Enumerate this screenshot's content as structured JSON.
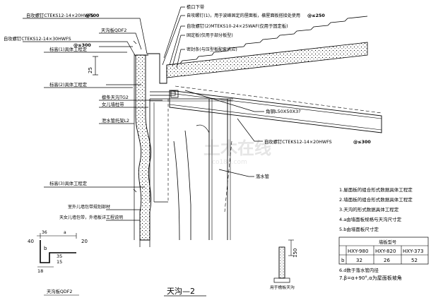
{
  "labels": {
    "screw_top": "自攻螺钉CTEKS12-14×20HWFS",
    "screw_top_spacing": "@500",
    "gutter_strip": "天沟板QDF2",
    "screw_left": "自攻螺钉CTEKS12-14×30HWFS",
    "screw_left_spacing": "@≤300",
    "elev1": "标高(1)具体工程定",
    "dim_25": "25",
    "elev2": "标高(2)具体工程定",
    "gutter_bracket": "檩条天沟TG2",
    "parapet_post": "女儿墙柱带",
    "drain_bracket": "泄水管托架L2",
    "elev3": "标高(3)具体工程定",
    "outer_parapet": "室外儿墙包带规划部材",
    "parapet_note": "天女儿墙包带，外墙板详工程说明",
    "eave_strip": "檐口下带",
    "screw1_note": "自攻螺钉(1)，用于波峰固定的屋面板，檩屋面板搭接处使用",
    "screw1_spacing": "@≤250",
    "screw2_note": "自攻螺钉(2)MTEKS10-24×25WAF(仅用于固定板)",
    "ridge_seal": "固定板(仅用于部分板型)",
    "foam_seal": "密封条(与压型板配套供应)",
    "angle_steel": "角钢L50X50X3?",
    "screw_right": "自攻螺钉CTEKS12-14×20HWFS",
    "screw_right_spacing": "@≤300",
    "drain_pipe": "落水管",
    "watermark_brand": "土木在线",
    "watermark_url": "co188.com",
    "detail_title": "天沟—2",
    "section_label": "天沟板QDF2",
    "small_note": "用于檐板天沟",
    "dim_40": "40",
    "dim_b": "b",
    "dim_35": "35",
    "dim_20": "20",
    "dim_18": "18",
    "dim_15": "15",
    "dim_a": "a",
    "dim_150": "150",
    "dim_36": "36"
  },
  "notes": [
    "1.屋面板的组合形式数据具体工程定",
    "2.墙面板的组合形式数据具体工程定",
    "3.天沟的形式数据具体工程定",
    "4.a由墙面板规格与天沟尺寸定",
    "5.b由墙面板尺寸定",
    "6.d数于落水管内径",
    "7.β=α+90°,α为屋面板坡角"
  ],
  "table": {
    "header_label": "墙板型号",
    "models": [
      "HXY-980",
      "HXY-820",
      "HXY-373"
    ],
    "row_label": "b",
    "values": [
      "32",
      "26",
      "52"
    ]
  },
  "colors": {
    "ink": "#000000",
    "watermark": "#e3e3e3"
  }
}
